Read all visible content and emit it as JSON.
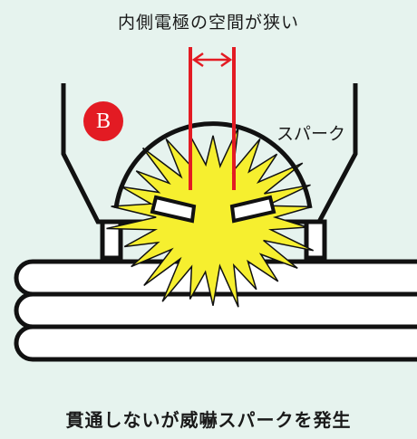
{
  "labels": {
    "top": "内側電極の空間が狭い",
    "spark": "スパーク",
    "badge": "B",
    "caption": "貫通しないが威嚇スパークを発生"
  },
  "colors": {
    "background": "#e6f3ee",
    "spark_fill": "#f6ef2f",
    "electrode_line": "#e31b23",
    "badge": "#e31b23",
    "outline": "#111111"
  },
  "icons": {
    "spark": "spark-burst-icon",
    "wire": "coil-wire-icon"
  }
}
